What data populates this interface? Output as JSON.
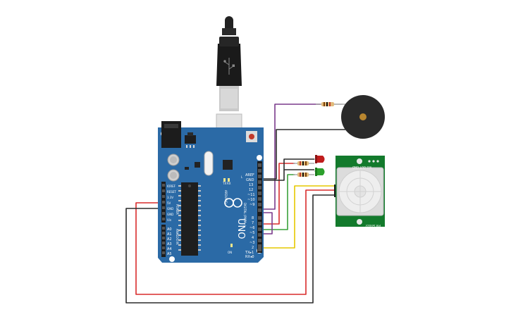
{
  "board": {
    "brand": "ARDUINO",
    "model": "UNO",
    "section_digital": "DIGITAL (PWM~)",
    "section_power": "POWER",
    "section_analog": "ANALOG IN",
    "tx_label": "TX",
    "rx_label": "RX",
    "l_label": "L",
    "on_label": "ON",
    "power_pins": [
      "IOREF",
      "RESET",
      "3.3V",
      "5V",
      "GND",
      "GND",
      "Vin"
    ],
    "analog_pins": [
      "A0",
      "A1",
      "A2",
      "A3",
      "A4",
      "A5"
    ],
    "digital_pins": [
      "AREF",
      "GND",
      "13",
      "12",
      "~11",
      "~10",
      "~9",
      "8",
      "7",
      "~6",
      "~5",
      "4",
      "~3",
      "2",
      "TX▸1",
      "RX◂0"
    ]
  },
  "pir_sensor": {
    "label_top": "Vcc   OUT   GND",
    "label_bottom": "PIR Sensor"
  },
  "colors": {
    "board": "#2b6aa6",
    "board_dark": "#1f5688",
    "wire_red": "#d92b2b",
    "wire_black": "#2b2b2b",
    "wire_purple": "#7a3a8c",
    "wire_yellow": "#e6c800",
    "wire_green": "#3aa23a",
    "led_red": "#c01c1c",
    "led_green": "#2ca02c",
    "pir_board": "#137a2c",
    "buzzer": "#2a2a2a"
  },
  "icons": [
    "usb-cable-icon",
    "arduino-infinity-logo-icon",
    "piezo-buzzer-icon",
    "pir-dome-icon"
  ]
}
